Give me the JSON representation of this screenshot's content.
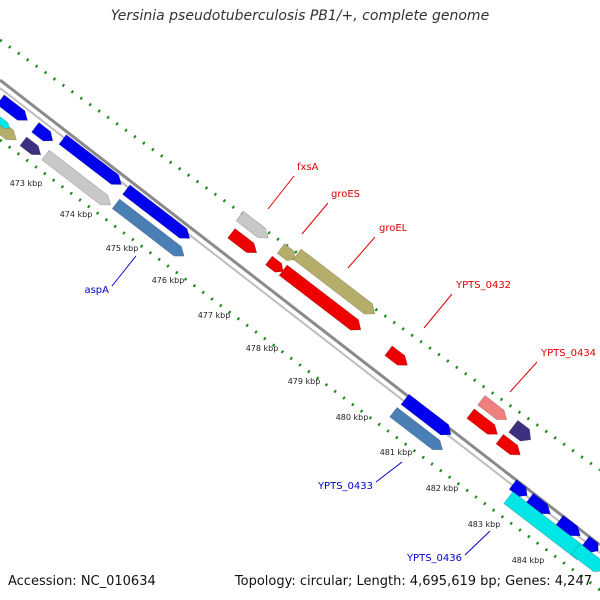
{
  "title": "Yersinia pseudotuberculosis PB1/+, complete genome",
  "accession": "Accession: NC_010634",
  "summary": "Topology: circular; Length: 4,695,619 bp; Genes: 4,247",
  "colors": {
    "backbone": "#8a8a8a",
    "tick": "#1a8a1a",
    "label_red": "#e00000",
    "label_blue": "#0000cc",
    "blue": "#0000ee",
    "steel": "#4a7fb5",
    "gray": "#c8c8c8",
    "khaki": "#b5ae6a",
    "red": "#ee0000",
    "pink": "#f08080",
    "navy": "#3c3080",
    "cyan": "#00e5e5"
  },
  "ticks": [
    "473 kbp",
    "474 kbp",
    "475 kbp",
    "476 kbp",
    "477 kbp",
    "478 kbp",
    "479 kbp",
    "480 kbp",
    "481 kbp",
    "482 kbp",
    "483 kbp",
    "484 kbp"
  ],
  "gene_labels": [
    {
      "text": "fxsA",
      "color": "red"
    },
    {
      "text": "groES",
      "color": "red"
    },
    {
      "text": "groEL",
      "color": "red"
    },
    {
      "text": "YPTS_0432",
      "color": "red"
    },
    {
      "text": "YPTS_0434",
      "color": "red"
    },
    {
      "text": "aspA",
      "color": "blue"
    },
    {
      "text": "YPTS_0433",
      "color": "blue"
    },
    {
      "text": "YPTS_0436",
      "color": "blue"
    }
  ]
}
